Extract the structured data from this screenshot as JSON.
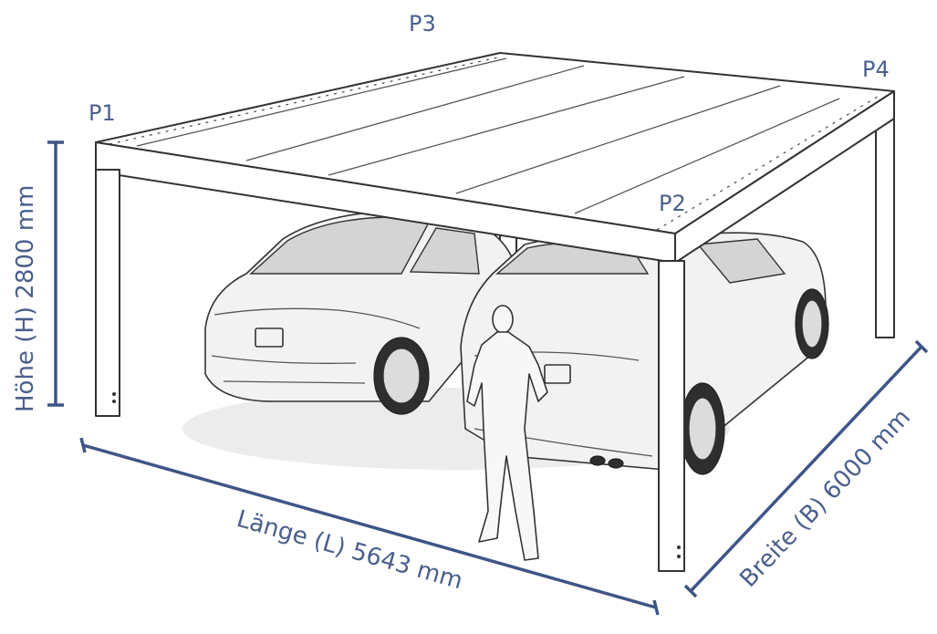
{
  "points": {
    "p1": "P1",
    "p2": "P2",
    "p3": "P3",
    "p4": "P4"
  },
  "dimensions": {
    "height": "Höhe (H) 2800 mm",
    "length": "Länge (L) 5643 mm",
    "width": "Breite (B) 6000 mm"
  },
  "colors": {
    "label": "#4a5f8c",
    "dimension_line": "#3f5586",
    "outline": "#333333"
  }
}
